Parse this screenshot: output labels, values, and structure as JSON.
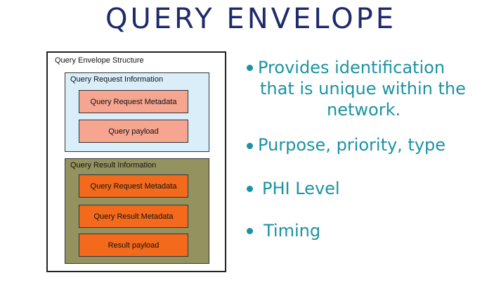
{
  "title": "QUERY ENVELOPE",
  "diagram": {
    "outer_label": "Query Envelope Structure",
    "request_group": {
      "label": "Query Request Information",
      "items": [
        "Query Request Metadata",
        "Query payload"
      ]
    },
    "result_group": {
      "label": "Query Result Information",
      "items": [
        "Query Request Metadata",
        "Query Result Metadata",
        "Result payload"
      ]
    }
  },
  "bullets": [
    {
      "lines": [
        "Provides identification",
        "that is unique within the",
        "network."
      ]
    },
    {
      "lines": [
        "Purpose, priority, type"
      ]
    },
    {
      "lines": [
        "PHI Level"
      ]
    },
    {
      "lines": [
        "Timing"
      ]
    }
  ],
  "colors": {
    "title": "#1f2a6b",
    "bullet": "#1b93a3",
    "request_group_bg": "#daeefa",
    "request_box_bg": "#f5a590",
    "result_group_bg": "#94935f",
    "result_box_bg": "#f46a1c"
  }
}
